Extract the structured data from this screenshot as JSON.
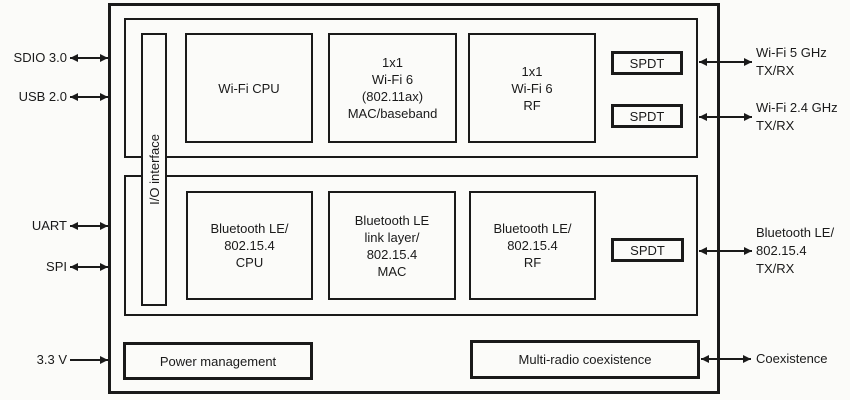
{
  "colors": {
    "line": "#1a1a1a",
    "background": "#fbfbf9"
  },
  "chip": {
    "io_interface_label": "I/O interface",
    "wifi": {
      "cpu_label": "Wi-Fi CPU",
      "mac_baseband_label": "1x1\nWi-Fi 6\n(802.11ax)\nMAC/baseband",
      "rf_label": "1x1\nWi-Fi 6\nRF",
      "spdt_5ghz_label": "SPDT",
      "spdt_24ghz_label": "SPDT"
    },
    "bluetooth": {
      "cpu_label": "Bluetooth LE/\n802.15.4\nCPU",
      "link_layer_mac_label": "Bluetooth LE\nlink layer/\n802.15.4\nMAC",
      "rf_label": "Bluetooth LE/\n802.15.4\nRF",
      "spdt_label": "SPDT"
    },
    "power_label": "Power management",
    "coexistence_label": "Multi-radio coexistence"
  },
  "left_ports": [
    {
      "label": "SDIO 3.0",
      "direction": "bidirectional"
    },
    {
      "label": "USB 2.0",
      "direction": "bidirectional"
    },
    {
      "label": "UART",
      "direction": "bidirectional"
    },
    {
      "label": "SPI",
      "direction": "bidirectional"
    },
    {
      "label": "3.3 V",
      "direction": "input"
    }
  ],
  "right_ports": [
    {
      "label": "Wi-Fi 5 GHz\nTX/RX",
      "direction": "bidirectional"
    },
    {
      "label": "Wi-Fi 2.4 GHz\nTX/RX",
      "direction": "bidirectional"
    },
    {
      "label": "Bluetooth LE/\n802.15.4\nTX/RX",
      "direction": "bidirectional"
    },
    {
      "label": "Coexistence",
      "direction": "bidirectional"
    }
  ]
}
